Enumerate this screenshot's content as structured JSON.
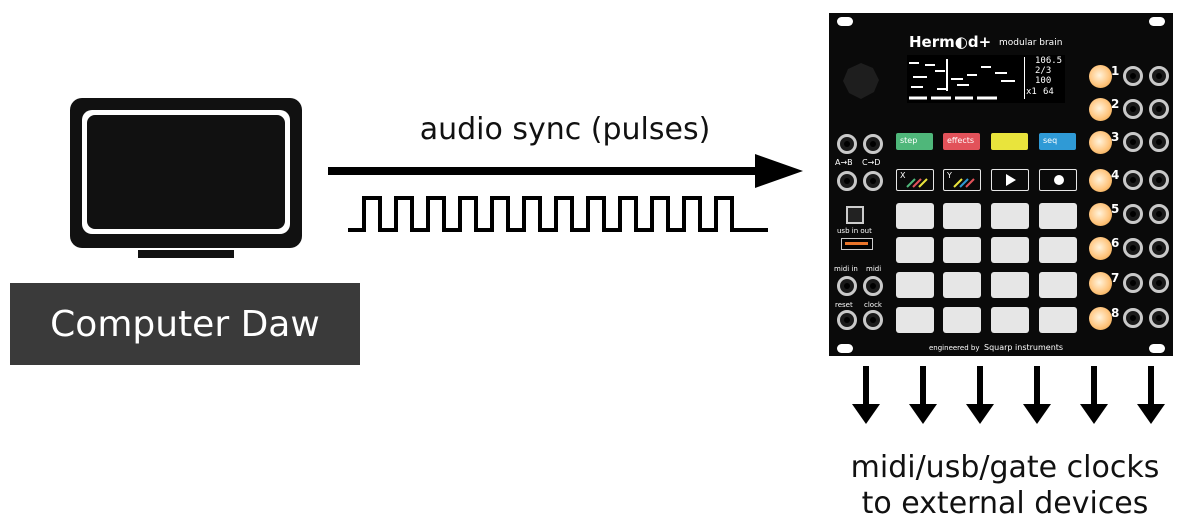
{
  "left": {
    "label": "Computer Daw"
  },
  "arrow": {
    "label": "audio sync (pulses)"
  },
  "module": {
    "brand": "Herm◐d+",
    "subtitle": "modular brain",
    "footer_pre": "engineered by",
    "footer_brand": "Squarp instruments",
    "screen": {
      "r1": "106.5",
      "r2": "2/3",
      "r3": "100",
      "r4": "x1",
      "r5": "64"
    },
    "panel_labels": {
      "ab": "A→B",
      "cd": "C→D",
      "usb": "usb in out",
      "midi_in": "midi in",
      "midi": "midi",
      "reset": "reset",
      "clock": "clock"
    },
    "mode_buttons": [
      {
        "label": "step",
        "color": "#4fb77a"
      },
      {
        "label": "effects",
        "color": "#e2525a"
      },
      {
        "label": "",
        "color": "#e9e43c"
      },
      {
        "label": "seq",
        "color": "#2f9ad6"
      }
    ],
    "xy_labels": {
      "x": "X",
      "y": "Y"
    },
    "outputs": [
      "1",
      "2",
      "3",
      "4",
      "5",
      "6",
      "7",
      "8"
    ]
  },
  "outputs_label": {
    "line1": "midi/usb/gate clocks",
    "line2": "to external devices"
  }
}
